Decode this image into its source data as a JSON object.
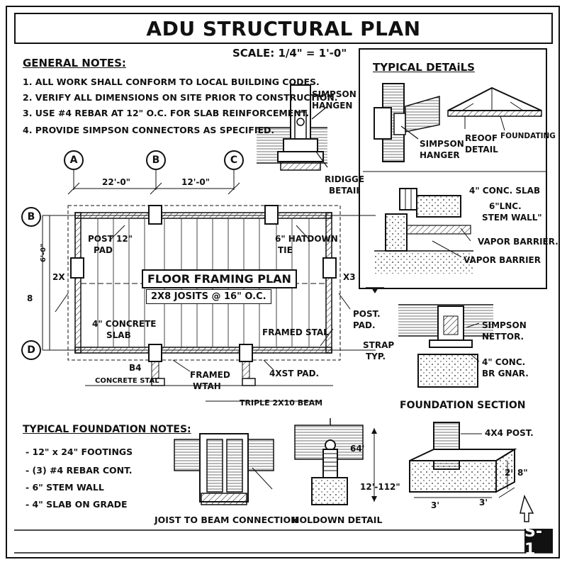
{
  "title": "ADU STRUCTURAL PLAN",
  "scale": "SCALE: 1/4\" = 1'-0\"",
  "sheet_number": "S-1",
  "general_notes": {
    "heading": "GENERAL NOTES:",
    "items": [
      "1. ALL WORK SHALL CONFORM TO LOCAL BUILDING CODES.",
      "2. VERIFY ALL DIMENSIONS ON SITE PRIOR TO CONSTRUCTION.",
      "3. USE #4 REBAR AT 12\" O.C. FOR SLAB REINFORCEMENT.",
      "4. PROVIDE SIMPSON CONNECTORS AS SPECIFIED."
    ]
  },
  "ridge_detail": {
    "simpson": "SIMPSON",
    "hanger": "HANGEN",
    "ridge": "RIDIGGE",
    "detail": "BETAII"
  },
  "typical_details": {
    "heading": "TYPICAL DETAiLS",
    "simpson_hanger": [
      "SIMPSON",
      "HANGER"
    ],
    "roof_detail": [
      "REOOF",
      "DETAIL"
    ],
    "foundating": "FOUNDATING",
    "conc_slab": "4\" CONC. SLAB",
    "stem_wall": [
      "6\"LNC.",
      "STEM WALL\""
    ],
    "vapor_barrier_1": "VAPOR BARRIER.",
    "vapor_barrier_2": "VAPOR BARRIER"
  },
  "floor_plan": {
    "grid_top": [
      "A",
      "B",
      "C"
    ],
    "grid_left": [
      "B",
      "D"
    ],
    "dim_1": "22'-0\"",
    "dim_2": "12'-0\"",
    "title": "FLOOR FRAMING PLAN",
    "subtitle": "2X8 JOSITS @ 16\" O.C.",
    "post_pad": [
      "POST  12\"",
      "PAD"
    ],
    "holdown_tie": [
      "6\" HATDOWN",
      "TIE"
    ],
    "concrete_slab": [
      "4\" CONCRETE",
      "SLAB"
    ],
    "framed_stal": "FRAMED STAL",
    "post_pad_right": [
      "POST.",
      "PAD."
    ],
    "strap": [
      "STRAP",
      "TYP."
    ],
    "left_2x": "2X",
    "right_x3": "X3",
    "left_dim": "6'-0\"",
    "left_mark": "8",
    "b4": "B4",
    "concrete_stal": "CONCRETE STAL",
    "framed_wtah": [
      "FRAMED",
      "WTAH"
    ],
    "pad_4xst": "4XST PAD.",
    "triple_beam": "TRIPLE 2X10 BEAM"
  },
  "simpson_nettor": {
    "simpson": "SIMPSON",
    "nettor": "NETTOR.",
    "conc": [
      "4\" CONC.",
      "BR GNAR."
    ]
  },
  "foundation_notes": {
    "heading": "TYPICAL FOUNDATION NOTES:",
    "items": [
      "- 12\" x 24\" FOOTINGS",
      "- (3) #4 REBAR CONT.",
      "- 6\" STEM WALL",
      "- 4\" SLAB ON GRADE"
    ]
  },
  "foundation_section": {
    "heading": "FOUNDATION SECTION",
    "post": "4X4 POST.",
    "dim_2": "2'",
    "dim_8": "8\"",
    "dim_3a": "3'",
    "dim_3b": "3'"
  },
  "joist_beam": {
    "caption": "JOIST TO BEAM CONNECTION"
  },
  "holdown": {
    "caption": "HOLDOWN DETAIL",
    "dim_64": "64'",
    "dim_12": "12'-112\""
  }
}
